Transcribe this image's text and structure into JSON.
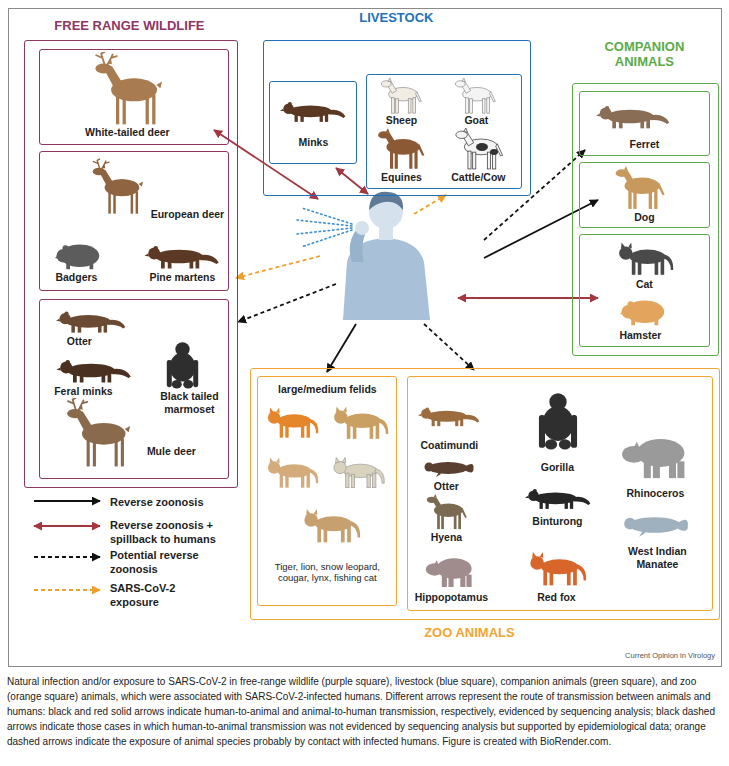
{
  "diagram": {
    "caption": "Natural infection and/or exposure to SARS-CoV-2 in free-range wildlife (purple square), livestock (blue square), companion animals (green square), and zoo (orange square) animals, which were associated with SARS-CoV-2-infected humans. Different arrows represent the route of transmission between animals and humans: black and red solid arrows indicate human-to-animal and animal-to-human transmission, respectively, evidenced by sequencing analysis; black dashed arrows indicate those cases in which human-to-animal transmission was not evidenced by sequencing analysis but supported by epidemiological data; orange dashed arrows indicate the exposure of animal species probably by contact with infected humans. Figure is created with BioRender.com.",
    "nodes": [
      {
        "text": [
          "FREE RANGE WILDLIFE"
        ]
      },
      {
        "text": [
          "White-tailed deer"
        ],
        "in": 0
      },
      {
        "text": [
          "European deer",
          "Badgers",
          "Pine martens"
        ],
        "in": 0
      },
      {
        "text": [
          "Otter",
          "Feral minks",
          "Black tailed marmoset",
          "Mule deer"
        ],
        "in": 0
      },
      {
        "text": [
          "LIVESTOCK"
        ]
      },
      {
        "text": [
          "Minks"
        ],
        "in": 4
      },
      {
        "text": [
          "Sheep",
          "Goat",
          "Equines",
          "Cattle/Cow"
        ],
        "in": 4
      },
      {
        "text": [
          "COMPANION ANIMALS"
        ]
      },
      {
        "text": [
          "Ferret"
        ],
        "in": 7
      },
      {
        "text": [
          "Dog"
        ],
        "in": 7
      },
      {
        "text": [
          "Cat",
          "Hamster"
        ],
        "in": 7
      },
      {
        "text": [
          "ZOO ANIMALS"
        ]
      },
      {
        "text": [
          "large/medium felids",
          "Tiger, lion, snow leopard, cougar, lynx, fishing cat"
        ],
        "in": 11
      },
      {
        "text": [
          "Coatimundi",
          "Otter",
          "Hyena",
          "Hippopotamus",
          "Gorilla",
          "Binturong",
          "Red fox",
          "Rhinoceros",
          "West Indian Manatee"
        ],
        "in": 11
      }
    ],
    "labels": [
      "Current Opinion in Virology"
    ],
    "legend": [
      {
        "text": "Reverse zoonosis"
      },
      {
        "text": "Reverse zoonosis + spillback to humans"
      },
      {
        "text": "Potential reverse zoonosis"
      },
      {
        "text": "SARS-CoV-2 exposure"
      }
    ]
  }
}
